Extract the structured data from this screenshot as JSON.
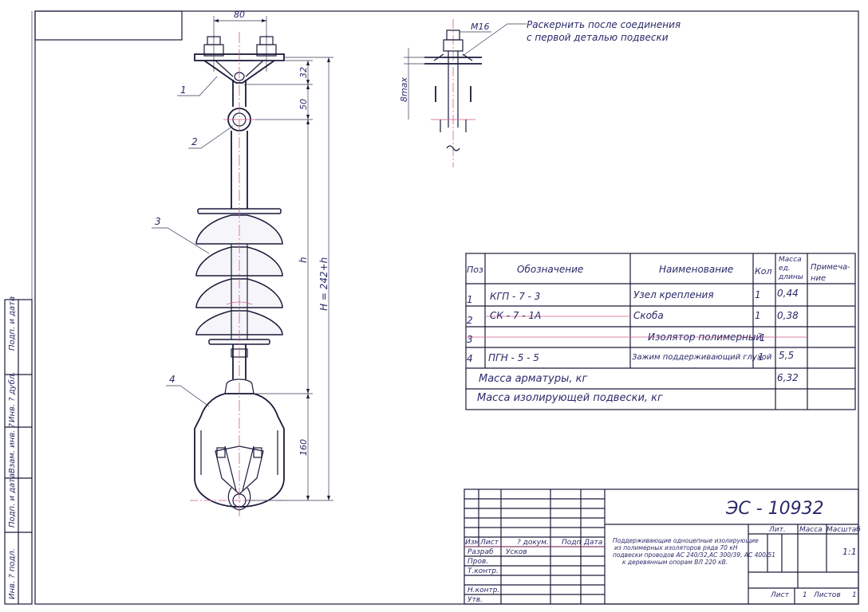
{
  "drawing": {
    "note_line1": "Раскернить после соединения",
    "note_line2": "с первой деталью подвески",
    "thread": "M16",
    "dim_8max": "8max",
    "dim_80": "80",
    "dim_32": "32",
    "dim_50": "50",
    "dim_h": "h",
    "dim_H": "H = 242+h",
    "dim_160": "160",
    "callouts": [
      "1",
      "2",
      "3",
      "4"
    ]
  },
  "spec_table": {
    "headers": {
      "pos": "Поз",
      "designation": "Обозначение",
      "name": "Наименование",
      "qty": "Кол",
      "mass_l1": "Масса",
      "mass_l2": "ед.",
      "mass_l3": "длины",
      "note_l1": "Примеча-",
      "note_l2": "ние"
    },
    "rows": [
      {
        "pos": "1",
        "designation": "КГП - 7 - 3",
        "name": "Узел крепления",
        "qty": "1",
        "mass": "0,44"
      },
      {
        "pos": "2",
        "designation": "СК - 7 - 1А",
        "name": "Скоба",
        "qty": "1",
        "mass": "0,38"
      },
      {
        "pos": "3",
        "designation": "",
        "name": "Изолятор полимерный",
        "qty": "1",
        "mass": ""
      },
      {
        "pos": "4",
        "designation": "ПГН - 5 - 5",
        "name": "Зажим поддерживающий глухой",
        "qty": "1",
        "mass": "5,5"
      }
    ],
    "total_fittings_label": "Масса арматуры, кг",
    "total_fittings_value": "6,32",
    "total_suspension_label": "Масса изолирующей подвески, кг"
  },
  "title_block": {
    "doc_code": "ЭС - 10932",
    "col_izm": "Изм",
    "col_list": "Лист",
    "col_doc": "? докум.",
    "col_sign": "Подп",
    "col_date": "Дата",
    "razrab": "Разраб",
    "razrab_name": "Усков",
    "prov": "Пров.",
    "tkontr": "Т.контр.",
    "nkontr": "Н.контр.",
    "utv": "Утв.",
    "title_line1": "Поддерживающие одноцепные изолирующие",
    "title_line2": "из полимерных изоляторов ряда 70 кН",
    "title_line3": "подвески проводов АС 240/32,АС 300/39, АС 400/51",
    "title_line4": "к деревянным опорам ВЛ 220 кВ.",
    "lit": "Лит.",
    "massa": "Масса",
    "masshtab": "Масштаб",
    "scale": "1:1",
    "sheet_label": "Лист",
    "sheet_value": "1",
    "sheets_label": "Листов",
    "sheets_value": "1"
  },
  "side_stamp": {
    "f1": "Инв. ? подл.",
    "f2": "Подп. и дата",
    "f3": "Взам. инв. ?",
    "f4": "Инв. ? дубл.",
    "f5": "Подп. и дата"
  }
}
